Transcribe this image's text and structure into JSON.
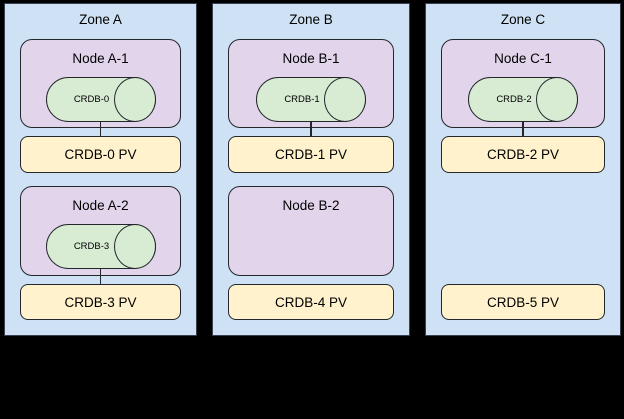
{
  "zones": [
    {
      "label": "Zone A",
      "nodes": [
        {
          "label": "Node A-1",
          "disk_label": "CRDB-0"
        },
        {
          "label": "Node A-2",
          "disk_label": "CRDB-3"
        }
      ],
      "pvs": [
        {
          "label": "CRDB-0 PV"
        },
        {
          "label": "CRDB-3 PV"
        }
      ]
    },
    {
      "label": "Zone B",
      "nodes": [
        {
          "label": "Node B-1",
          "disk_label": "CRDB-1"
        },
        {
          "label": "Node B-2"
        }
      ],
      "pvs": [
        {
          "label": "CRDB-1 PV"
        },
        {
          "label": "CRDB-4 PV"
        }
      ]
    },
    {
      "label": "Zone C",
      "nodes": [
        {
          "label": "Node C-1",
          "disk_label": "CRDB-2"
        }
      ],
      "pvs": [
        {
          "label": "CRDB-2 PV"
        },
        {
          "label": "CRDB-5 PV"
        }
      ]
    }
  ],
  "colors": {
    "background": "#000000",
    "zone_fill": "#cfe1f4",
    "zone_border": "#39414f",
    "node_fill": "#e2d5eb",
    "disk_fill": "#d8ebd3",
    "pv_fill": "#fff2cc",
    "shape_border": "#23262b"
  }
}
